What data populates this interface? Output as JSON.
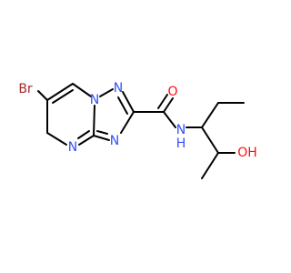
{
  "colors": {
    "background": "#ffffff",
    "carbon_bond": "#000000",
    "nitrogen": "#3050f8",
    "oxygen": "#ff0d0d",
    "bromine": "#a62929"
  },
  "labels": {
    "bromine": "Br",
    "n_bridge": "N",
    "n_triazole_top": "N",
    "n_triazole_bottom": "N",
    "n_pyrimidine": "N",
    "carbonyl_oxygen": "O",
    "amide_nh": "N",
    "amide_h": "H",
    "hydroxyl": "OH"
  }
}
